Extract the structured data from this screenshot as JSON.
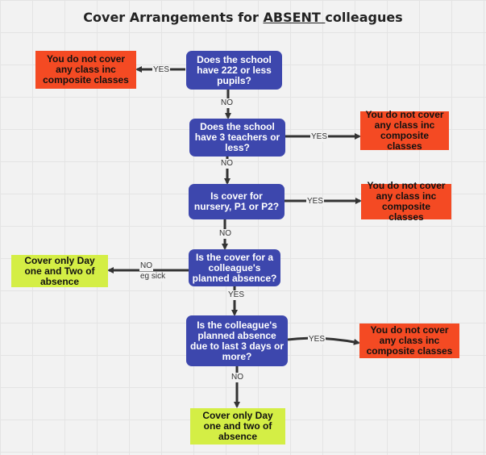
{
  "title": {
    "before": "Cover Arrangements for ",
    "emphasis": "ABSENT ",
    "after": "colleagues"
  },
  "questions": [
    "Does the school have 222 or less pupils?",
    "Does the school have 3 teachers or less?",
    "Is cover for nursery, P1 or P2?",
    "Is the cover for a colleague's planned absence?",
    "Is the colleague's planned absence due to last 3 days or more?"
  ],
  "outcomes": {
    "no_cover_1": "You do not cover any class inc composite classes",
    "no_cover_2": "You do not cover any class inc composite classes",
    "no_cover_3": "You do not cover any class inc composite classes",
    "no_cover_4": "You do not cover any class inc composite classes",
    "cover_days_1_2_sick": "Cover only Day one and Two of absence",
    "cover_days_1_2_planned": "Cover only Day one and two of absence"
  },
  "edge_labels": {
    "yes": "YES",
    "no": "NO",
    "no_eg_sick_line1": "NO",
    "no_eg_sick_line2": "eg sick"
  },
  "colors": {
    "question": "#3d47ad",
    "no_cover": "#f44a23",
    "partial_cover": "#d4ee45",
    "arrow": "#333333"
  }
}
